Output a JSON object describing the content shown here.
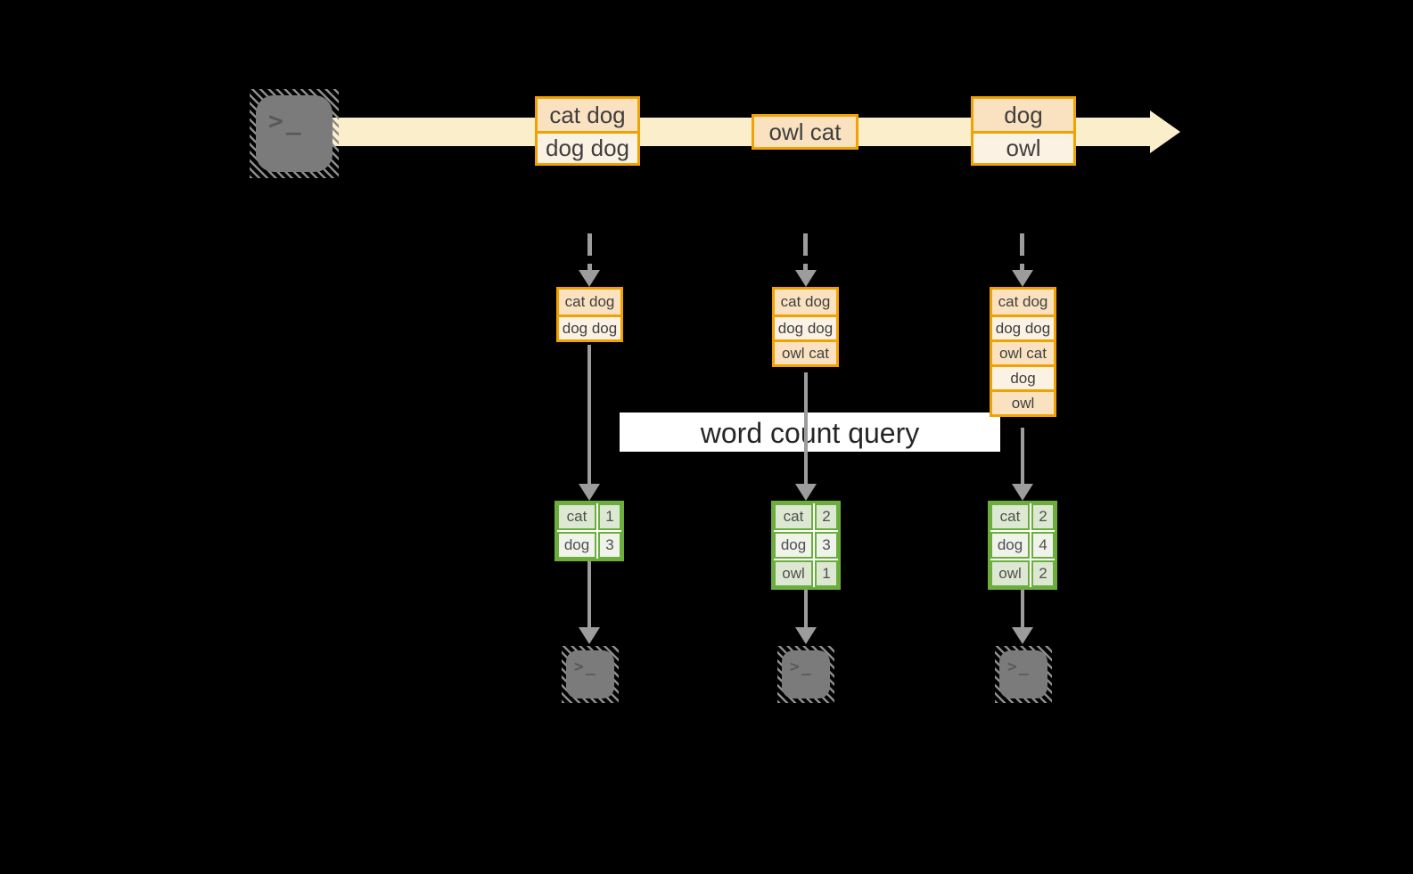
{
  "query_label": "word count query",
  "terminal_glyph": ">_",
  "stream_batches": [
    {
      "lines": [
        "cat dog",
        "dog dog"
      ]
    },
    {
      "lines": [
        "owl cat"
      ]
    },
    {
      "lines": [
        "dog",
        "owl"
      ]
    }
  ],
  "micro_batches": [
    {
      "lines": [
        "cat dog",
        "dog dog"
      ]
    },
    {
      "lines": [
        "cat dog",
        "dog dog",
        "owl cat"
      ]
    },
    {
      "lines": [
        "cat dog",
        "dog dog",
        "owl cat",
        "dog",
        "owl"
      ]
    }
  ],
  "results": [
    {
      "rows": [
        {
          "word": "cat",
          "count": "1"
        },
        {
          "word": "dog",
          "count": "3"
        }
      ]
    },
    {
      "rows": [
        {
          "word": "cat",
          "count": "2"
        },
        {
          "word": "dog",
          "count": "3"
        },
        {
          "word": "owl",
          "count": "1"
        }
      ]
    },
    {
      "rows": [
        {
          "word": "cat",
          "count": "2"
        },
        {
          "word": "dog",
          "count": "4"
        },
        {
          "word": "owl",
          "count": "2"
        }
      ]
    }
  ],
  "colors": {
    "background": "#000000",
    "stream_band": "#FBEFCB",
    "box_border": "#F0A202",
    "box_cell_dark": "#FAE2C1",
    "box_cell_light": "#FCF2E3",
    "table_border": "#6CAE3E",
    "table_cell_dark": "#DDE8D2",
    "table_cell_light": "#EFF3EA",
    "connector_gray": "#9C9C9C",
    "terminal_gray": "#7B7B7B",
    "label_background": "#FFFFFF"
  }
}
